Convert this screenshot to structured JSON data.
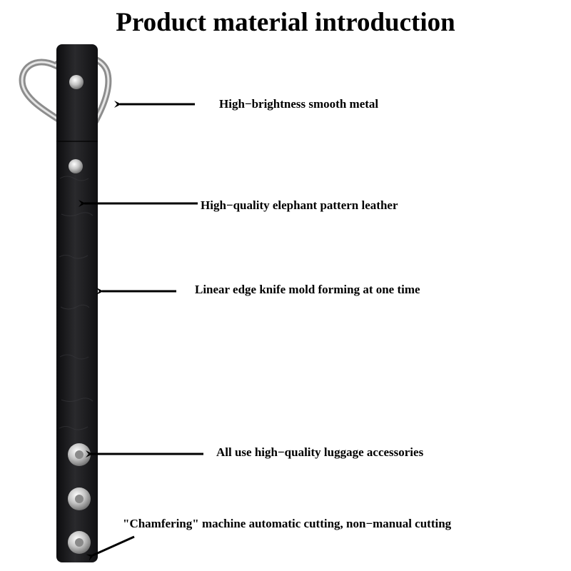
{
  "title": "Product material introduction",
  "features": [
    {
      "label": "High−brightness smooth metal"
    },
    {
      "label": "High−quality elephant pattern leather"
    },
    {
      "label": "Linear edge knife mold forming at one time"
    },
    {
      "label": "All use high−quality luggage accessories"
    },
    {
      "label": "\"Chamfering\" machine automatic cutting, non−manual cutting"
    }
  ],
  "colors": {
    "leather": "#1b1b1d",
    "metal": "#c9c9c9",
    "arrow": "#000000"
  }
}
